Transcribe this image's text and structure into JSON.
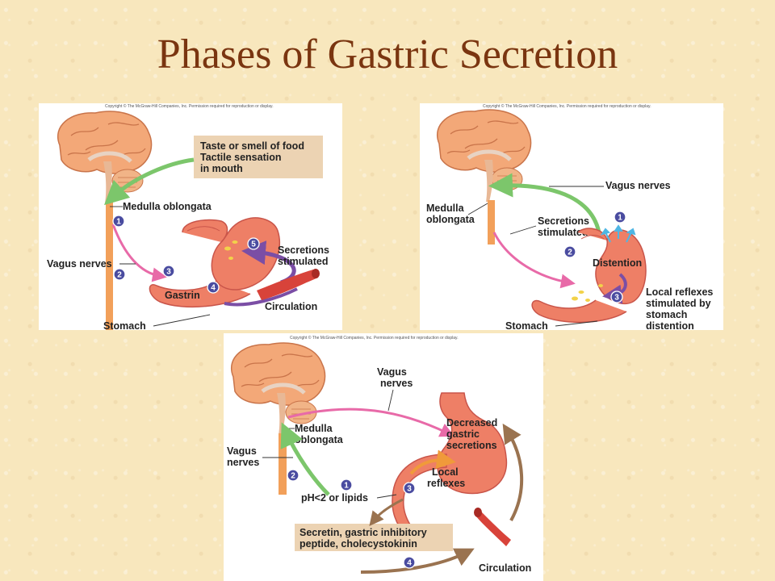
{
  "title": "Phases of Gastric Secretion",
  "copyright": "Copyright © The McGraw-Hill Companies, Inc. Permission required for reproduction or display.",
  "colors": {
    "background": "#f8e7bd",
    "title": "#7a3510",
    "brain": "#f3a878",
    "stomach": "#ee7f66",
    "nerve_arrow": "#7cc66b",
    "pink_arrow": "#e86aa8",
    "purple_arrow": "#7b4ea5",
    "brown_arrow": "#9a7350",
    "label_box": "#ecd3b3",
    "step_badge": "#4a4ca0"
  },
  "panels": {
    "cephalic": {
      "box_text": [
        "Taste or smell of food",
        "Tactile sensation",
        "in mouth"
      ],
      "medulla": "Medulla oblongata",
      "vagus": "Vagus nerves",
      "gastrin": "Gastrin",
      "secretions": [
        "Secretions",
        "stimulated"
      ],
      "circulation": "Circulation",
      "stomach": "Stomach",
      "steps": [
        "1",
        "2",
        "3",
        "4",
        "5"
      ]
    },
    "gastric": {
      "medulla": [
        "Medulla",
        "oblongata"
      ],
      "vagus": "Vagus nerves",
      "secretions": [
        "Secretions",
        "stimulated"
      ],
      "distention": "Distention",
      "local": [
        "Local reflexes",
        "stimulated by",
        "stomach",
        "distention"
      ],
      "stomach": "Stomach",
      "steps": [
        "1",
        "2",
        "3"
      ]
    },
    "intestinal": {
      "vagus_top": [
        "Vagus",
        "nerves"
      ],
      "medulla": [
        "Medulla",
        "oblongata"
      ],
      "vagus_left": [
        "Vagus",
        "nerves"
      ],
      "decreased": [
        "Decreased",
        "gastric",
        "secretions"
      ],
      "local": [
        "Local",
        "reflexes"
      ],
      "ph": "pH<2 or lipids",
      "box_text": [
        "Secretin, gastric inhibitory",
        "peptide, cholecystokinin"
      ],
      "circulation": "Circulation",
      "steps": [
        "1",
        "2",
        "3",
        "4"
      ]
    }
  }
}
